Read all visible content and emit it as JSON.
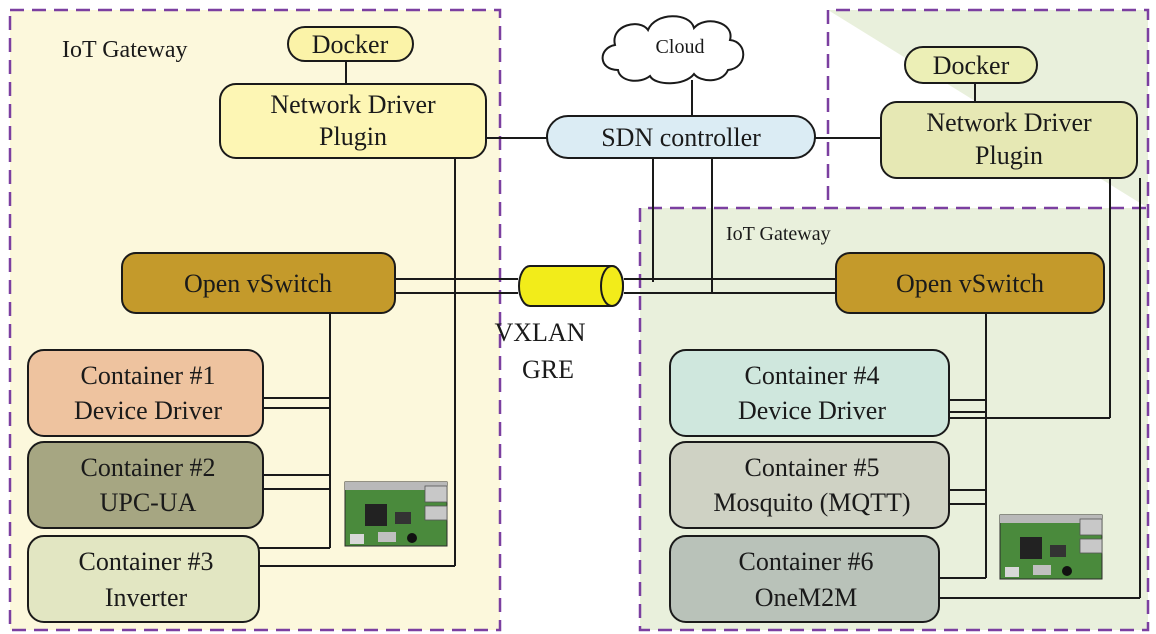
{
  "cloud": {
    "label": "Cloud"
  },
  "controller": {
    "label": "SDN controller"
  },
  "tunnel": {
    "line1": "VXLAN",
    "line2": "GRE"
  },
  "left_gateway": {
    "title": "IoT Gateway",
    "docker": "Docker",
    "plugin": {
      "line1": "Network Driver",
      "line2": "Plugin"
    },
    "switch": "Open vSwitch",
    "containers": [
      {
        "line1": "Container #1",
        "line2": "Device Driver"
      },
      {
        "line1": "Container #2",
        "line2": "UPC-UA"
      },
      {
        "line1": "Container #3",
        "line2": "Inverter"
      }
    ]
  },
  "right_gateway": {
    "title": "IoT Gateway",
    "docker": "Docker",
    "plugin": {
      "line1": "Network Driver",
      "line2": "Plugin"
    },
    "switch": "Open vSwitch",
    "containers": [
      {
        "line1": "Container #4",
        "line2": "Device Driver"
      },
      {
        "line1": "Container #5",
        "line2": "Mosquito (MQTT)"
      },
      {
        "line1": "Container #6",
        "line2": "OneM2M"
      }
    ]
  },
  "colors": {
    "left_bg": "#fcf8dc",
    "right_bg": "#e9f0dc",
    "boundary": "#7b3fa0",
    "docker_left": "#fbf3a8",
    "docker_right": "#ecefb6",
    "plugin_left": "#fdf6b4",
    "plugin_right": "#e6e8b4",
    "controller": "#dbecf4",
    "switch": "#c49a2b",
    "tunnel": "#f2ec1a",
    "c1": "#eec39f",
    "c2": "#a6a682",
    "c3": "#e2e6c2",
    "c4": "#cfe7dd",
    "c5": "#cfd2c4",
    "c6": "#b9c2b9"
  }
}
